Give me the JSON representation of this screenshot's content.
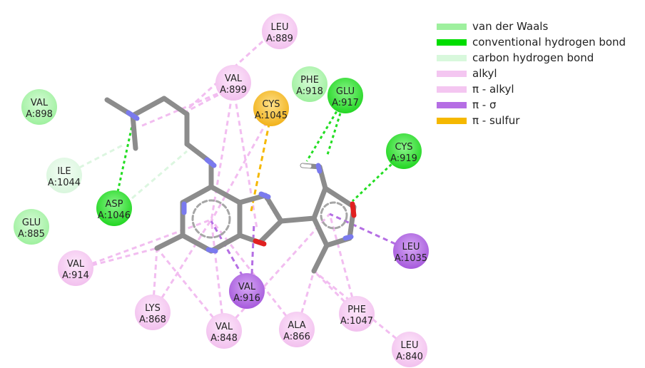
{
  "legend": [
    {
      "label": "van der Waals",
      "color": "#9ef09e"
    },
    {
      "label": "conventional hydrogen bond",
      "color": "#00dd00"
    },
    {
      "label": "carbon hydrogen bond",
      "color": "#d8f8dc"
    },
    {
      "label": "alkyl",
      "color": "#f4c6f1"
    },
    {
      "label": "π - alkyl",
      "color": "#f4c6f1"
    },
    {
      "label": "π - σ",
      "color": "#b56ee4"
    },
    {
      "label": "π - sulfur",
      "color": "#f5b800"
    }
  ],
  "residues": [
    {
      "id": "leu889",
      "name": "LEU",
      "number": "A:889",
      "type": "alkyl"
    },
    {
      "id": "val899",
      "name": "VAL",
      "number": "A:899",
      "type": "alkyl"
    },
    {
      "id": "phe918",
      "name": "PHE",
      "number": "A:918",
      "type": "vdw"
    },
    {
      "id": "glu917",
      "name": "GLU",
      "number": "A:917",
      "type": "hbond"
    },
    {
      "id": "cys1045",
      "name": "CYS",
      "number": "A:1045",
      "type": "sulfur"
    },
    {
      "id": "val898",
      "name": "VAL",
      "number": "A:898",
      "type": "vdw"
    },
    {
      "id": "cys919",
      "name": "CYS",
      "number": "A:919",
      "type": "hbond"
    },
    {
      "id": "ile1044",
      "name": "ILE",
      "number": "A:1044",
      "type": "chbond"
    },
    {
      "id": "asp1046",
      "name": "ASP",
      "number": "A:1046",
      "type": "hbond"
    },
    {
      "id": "glu885",
      "name": "GLU",
      "number": "A:885",
      "type": "vdw"
    },
    {
      "id": "leu1035",
      "name": "LEU",
      "number": "A:1035",
      "type": "pisigma"
    },
    {
      "id": "val914",
      "name": "VAL",
      "number": "A:914",
      "type": "alkyl"
    },
    {
      "id": "val916",
      "name": "VAL",
      "number": "A:916",
      "type": "pisigma"
    },
    {
      "id": "lys868",
      "name": "LYS",
      "number": "A:868",
      "type": "alkyl"
    },
    {
      "id": "phe1047",
      "name": "PHE",
      "number": "A:1047",
      "type": "alkyl"
    },
    {
      "id": "val848",
      "name": "VAL",
      "number": "A:848",
      "type": "alkyl"
    },
    {
      "id": "ala866",
      "name": "ALA",
      "number": "A:866",
      "type": "alkyl"
    },
    {
      "id": "leu840",
      "name": "LEU",
      "number": "A:840",
      "type": "alkyl"
    }
  ],
  "atoms": {
    "N": "N",
    "O": "O"
  },
  "colors": {
    "vdw": "#9ef09e",
    "hbond": "#2ee62e",
    "chbond": "#def8e2",
    "alkyl": "#f4c6f1",
    "pisigma": "#b56ee4",
    "sulfur": "#f6bd2a",
    "bond": "#8c8c8c",
    "nitrogen": "#7a7aee",
    "oxygen": "#e02020"
  }
}
